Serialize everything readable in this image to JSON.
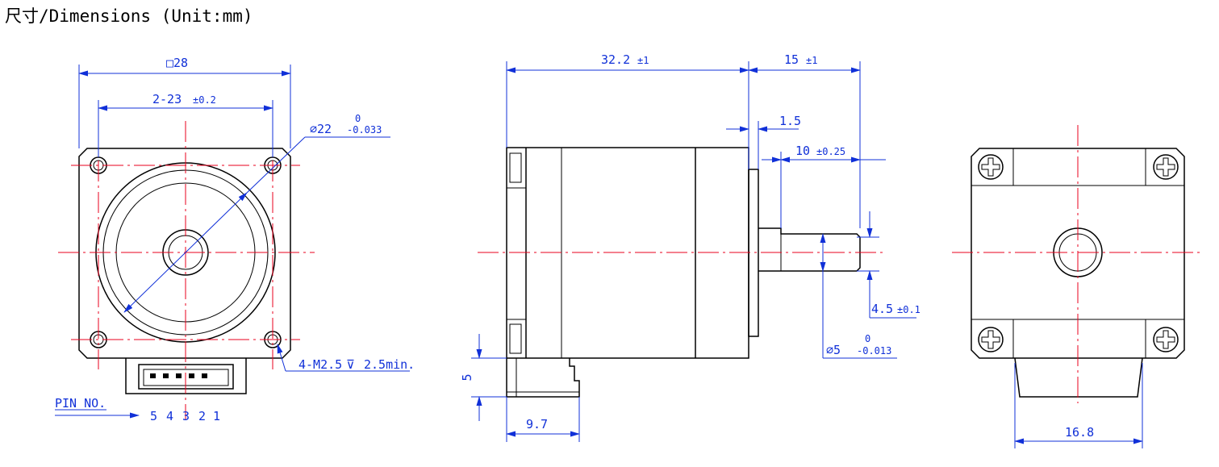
{
  "title": "尺寸/Dimensions (Unit:mm)",
  "front_view": {
    "square_size": "□28",
    "hole_spacing": "2-23",
    "hole_spacing_tol": "±0.2",
    "pilot_diameter": "∅22",
    "pilot_tol_upper": "0",
    "pilot_tol_lower": "-0.033",
    "mounting_holes": "4-M2.5",
    "depth_symbol": "⊽",
    "hole_depth": "2.5min.",
    "pin_label": "PIN NO.",
    "pin_numbers": [
      "5",
      "4",
      "3",
      "2",
      "1"
    ]
  },
  "side_view": {
    "body_length": "32.2",
    "body_length_tol": "±1",
    "shaft_length": "15",
    "shaft_length_tol": "±1",
    "pilot_height": "1.5",
    "flat_length": "10",
    "flat_length_tol": "±0.25",
    "flat_depth": "4.5",
    "flat_depth_tol": "±0.1",
    "shaft_diameter": "∅5",
    "shaft_tol_upper": "0",
    "shaft_tol_lower": "-0.013",
    "connector_height": "5",
    "connector_offset": "9.7"
  },
  "rear_view": {
    "connector_width": "16.8"
  },
  "colors": {
    "outline": "#000000",
    "center_line": "#e8001c",
    "dimension": "#1030d8"
  }
}
